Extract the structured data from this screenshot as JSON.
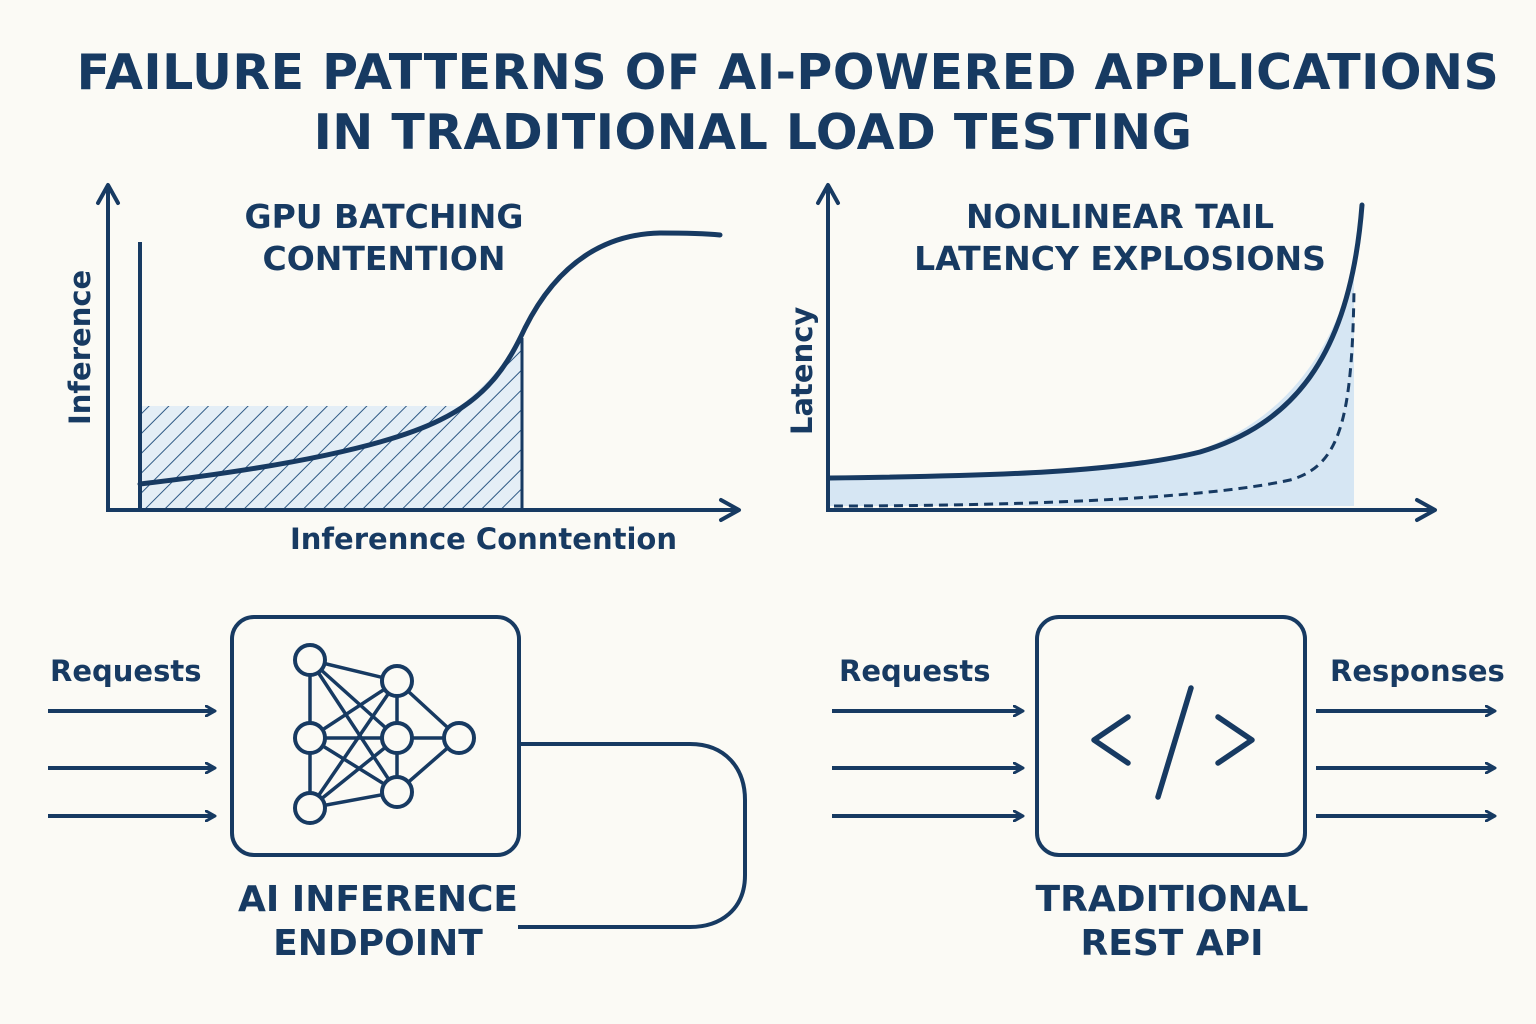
{
  "title": {
    "line1": "FAILURE PATTERNS OF AI-POWERED APPLICATIONS",
    "line2": "IN TRADITIONAL LOAD TESTING"
  },
  "panel_gpu": {
    "title_line1": "GPU BATCHING",
    "title_line2": "CONTENTION",
    "y_label": "Inference",
    "x_label": "Inferennce Conntention"
  },
  "panel_latency": {
    "title_line1": "NONLINEAR TAIL",
    "title_line2": "LATENCY EXPLOSIONS",
    "y_label": "Latency"
  },
  "panel_ai_endpoint": {
    "input_label": "Requests",
    "title_line1": "AI INFERENCE",
    "title_line2": "ENDPOINT",
    "icon": "neural-network-icon"
  },
  "panel_rest_api": {
    "input_label": "Requests",
    "output_label": "Responses",
    "title_line1": "TRADITIONAL",
    "title_line2": "REST API",
    "icon": "code-icon"
  },
  "colors": {
    "ink": "#173a62",
    "fill_light": "#d6e6f3",
    "background": "#fbfaf5"
  }
}
